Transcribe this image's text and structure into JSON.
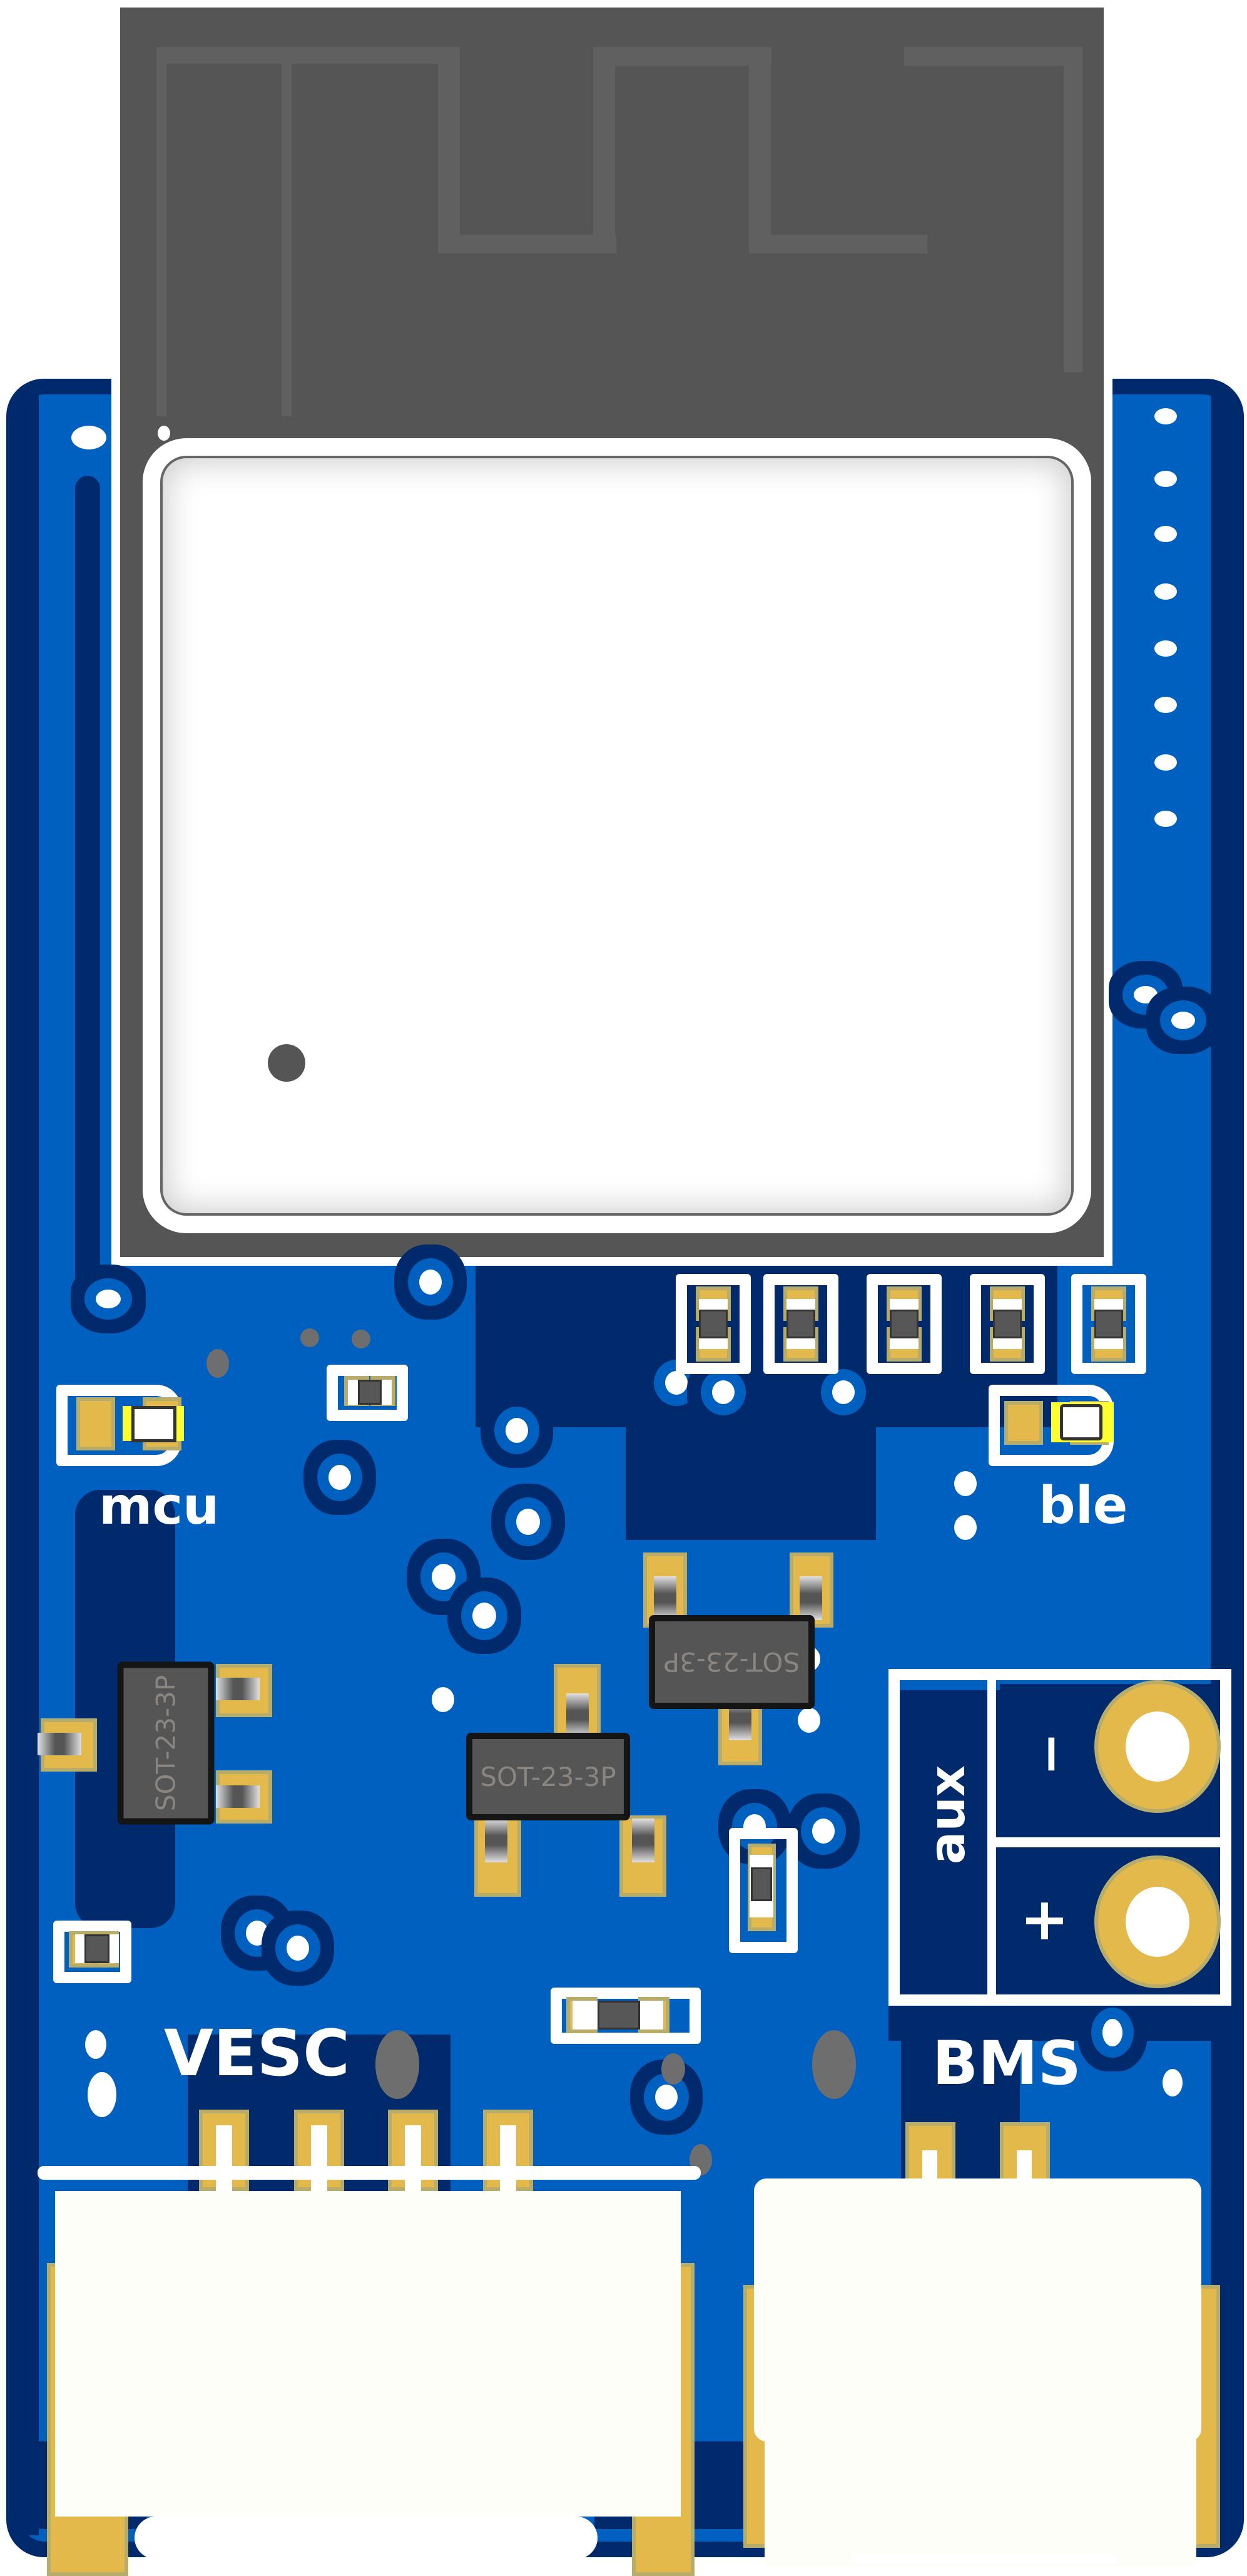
{
  "board": {
    "soldermask_color": "#0060c0",
    "copper_pour_color": "#002a6c",
    "silkscreen_color": "#ffffff",
    "pad_color": "#e3b94c"
  },
  "module": {
    "name": "wireless-module",
    "antenna_color": "#555555"
  },
  "labels": {
    "mcu": "mcu",
    "ble": "ble",
    "aux": "aux",
    "aux_minus": "−",
    "aux_plus": "+",
    "vesc": "VESC",
    "bms": "BMS"
  },
  "components": {
    "sot_left": "SOT-23-3P",
    "sot_middle": "SOT-23-3P",
    "sot_right": "SOT-23-3P"
  },
  "connectors": {
    "vesc_pins": 4,
    "bms_pins": 2,
    "aux_pins": 2
  },
  "resistor_array_count": 5
}
